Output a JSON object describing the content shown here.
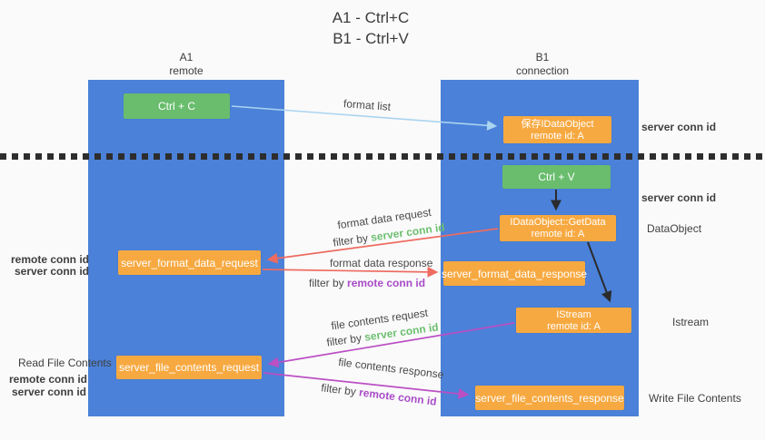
{
  "title": {
    "line1": "A1 - Ctrl+C",
    "line2": "B1 - Ctrl+V"
  },
  "columns": {
    "left": {
      "name": "A1",
      "role": "remote"
    },
    "right": {
      "name": "B1",
      "role": "connection"
    }
  },
  "boxes": {
    "ctrl_c": "Ctrl + C",
    "ctrl_v": "Ctrl + V",
    "save_idataobject": {
      "line1": "保存IDataObject",
      "line2": "remote id: A"
    },
    "getdata": {
      "line1": "IDataObject::GetData",
      "line2": "remote id: A"
    },
    "istream": {
      "line1": "IStream",
      "line2": "remote id: A"
    },
    "format_request": "server_format_data_request",
    "format_response": "server_format_data_response",
    "file_request": "server_file_contents_request",
    "file_response": "server_file_contents_response"
  },
  "arrow_labels": {
    "format_list": "format list",
    "format_data_request": "format data request",
    "format_data_response": "format data response",
    "file_contents_request": "file contents request",
    "file_contents_response": "file contents response",
    "filter_by": "filter by",
    "server_conn_id": "server conn id",
    "remote_conn_id": "remote conn id"
  },
  "side_labels": {
    "server_conn_id_top": "server conn id",
    "server_conn_id_mid": "server conn id",
    "dataobject": "DataObject",
    "istream": "Istream",
    "write_file_contents": "Write File Contents",
    "read_file_contents": "Read File Contents",
    "remote_conn_id_1": "remote conn id",
    "server_conn_id_1": "server conn id",
    "remote_conn_id_2": "remote conn id",
    "server_conn_id_2": "server conn id"
  },
  "colors": {
    "bg": "#fafafa",
    "lifeline": "#4b81d8",
    "green_box": "#69bd6d",
    "orange_box": "#f7a941",
    "blue_arrow": "#aad4f0",
    "black_arrow": "#2b2b2b",
    "red_arrow": "#ee6b60",
    "magenta_arrow": "#bb4fc4",
    "green_text": "#6dbf6f",
    "purple_text": "#a84cc8"
  }
}
